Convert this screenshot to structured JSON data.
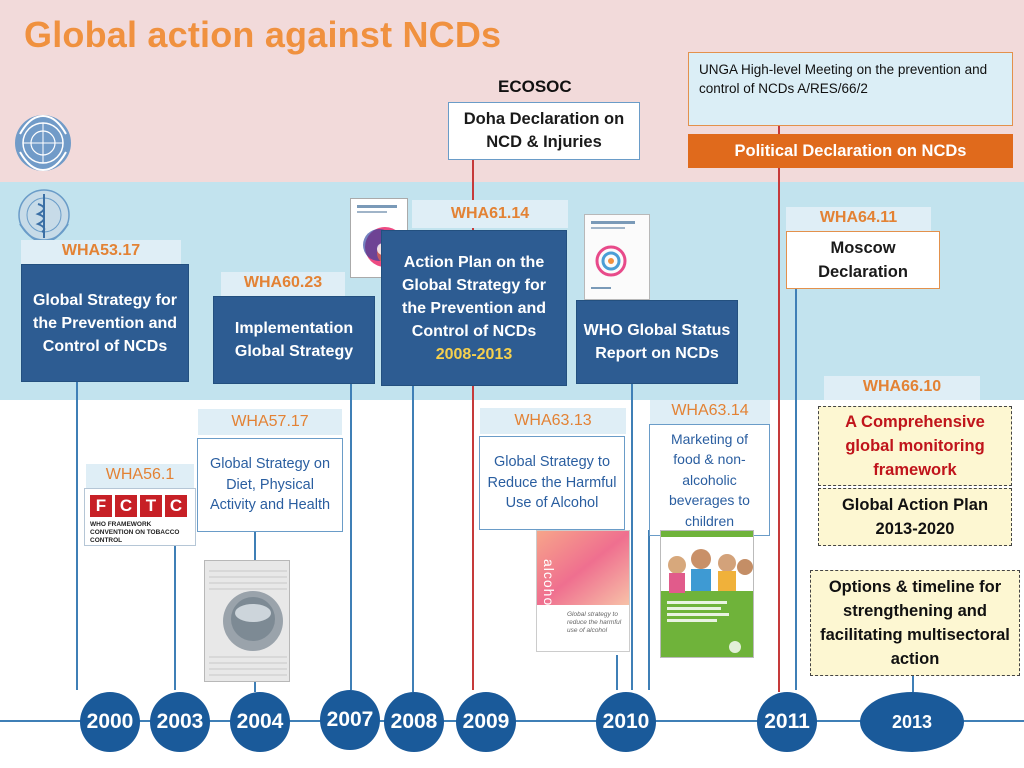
{
  "title": "Global action against NCDs",
  "ecosoc": {
    "label": "ECOSOC",
    "doha": "Doha Declaration on NCD & Injuries"
  },
  "unga": {
    "text": "UNGA High-level Meeting on the prevention and control of NCDs A/RES/66/2",
    "political": "Political Declaration on NCDs"
  },
  "wha53": {
    "tag": "WHA53.17",
    "text": "Global Strategy for the Prevention and Control of NCDs"
  },
  "wha60": {
    "tag": "WHA60.23",
    "text": "Implementation Global Strategy"
  },
  "wha61": {
    "tag": "WHA61.14",
    "text": "Action Plan on the Global Strategy for the Prevention and Control of NCDs",
    "years": "2008-2013"
  },
  "global_status": {
    "text": "WHO Global Status Report on NCDs"
  },
  "wha64": {
    "tag": "WHA64.11",
    "text": "Moscow Declaration"
  },
  "wha57": {
    "tag": "WHA57.17",
    "text": "Global Strategy on Diet, Physical Activity and Health"
  },
  "wha56": {
    "tag": "WHA56.1",
    "fctc_letters": [
      "F",
      "C",
      "T",
      "C"
    ],
    "fctc_caption": "WHO FRAMEWORK CONVENTION ON TOBACCO CONTROL"
  },
  "wha63_13": {
    "tag": "WHA63.13",
    "text": "Global Strategy to Reduce the Harmful Use of Alcohol",
    "cover_side": "alcohol",
    "cover_caption": "Global strategy to reduce the harmful use of alcohol"
  },
  "wha63_14": {
    "tag": "WHA63.14",
    "text": "Marketing of food & non-alcoholic beverages to children"
  },
  "wha66": {
    "tag": "WHA66.10",
    "monitoring": "A Comprehensive global monitoring framework",
    "gap": "Global Action Plan 2013-2020",
    "options": "Options & timeline for strengthening and facilitating multisectoral action"
  },
  "years": [
    "2000",
    "2003",
    "2004",
    "2007",
    "2008",
    "2009",
    "2010",
    "2011",
    "2013"
  ],
  "colors": {
    "title": "#f0913f",
    "dark_box": "#2d5c92",
    "year_circle": "#1a5a9a",
    "political": "#e06a1c",
    "monitoring_text": "#c0141b",
    "timeline": "#3f7fb6",
    "red_line": "#c63a3a"
  }
}
